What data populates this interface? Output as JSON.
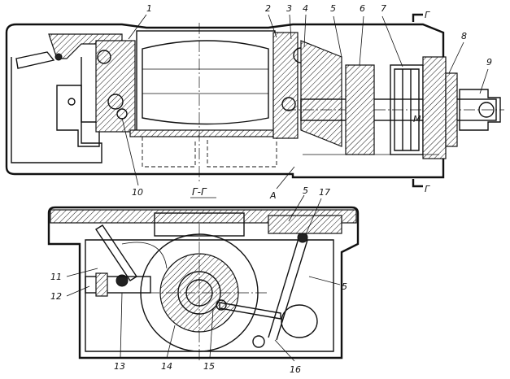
{
  "section_mark": {
    "letter": "Г",
    "view_title": "Г-Г"
  },
  "callouts": {
    "top_view": [
      "1",
      "2",
      "3",
      "4",
      "5",
      "6",
      "7",
      "8",
      "9",
      "10"
    ],
    "top_letter_A": "А",
    "top_letter_M": "М",
    "bottom_view": [
      "5",
      "17",
      "11",
      "12",
      "5",
      "13",
      "14",
      "15",
      "16"
    ]
  }
}
